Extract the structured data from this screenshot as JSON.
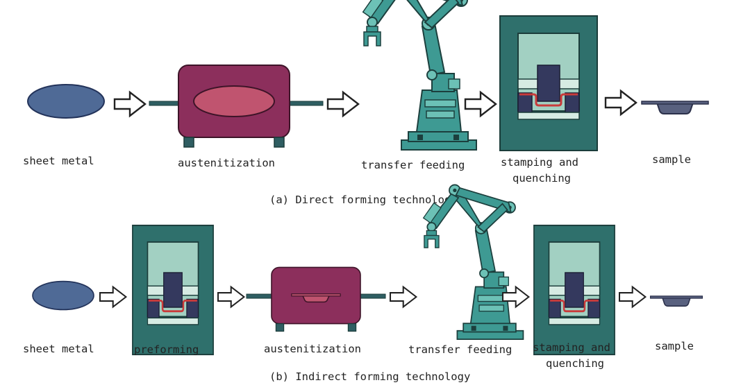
{
  "colors": {
    "sheet_fill": "#4f6a96",
    "sheet_stroke": "#23335a",
    "furnace_body": "#8c2f5c",
    "furnace_stroke": "#3d1428",
    "furnace_window": "#c0546f",
    "furnace_base": "#2f5e62",
    "press_frame": "#2f706c",
    "press_stroke": "#1b3c3a",
    "press_window": "#a2d0c2",
    "punch": "#34395e",
    "part_red": "#c93b3b",
    "robot_body": "#3e9a93",
    "robot_stroke": "#1c3f3d",
    "arrow_stroke": "#222222"
  },
  "diagram_a": {
    "caption": "(a) Direct forming technology",
    "labels": {
      "sheet_metal": "sheet metal",
      "austenitization": "austenitization",
      "transfer_feeding": "transfer feeding",
      "stamping_line1": "stamping and",
      "stamping_line2": "quenching",
      "sample": "sample"
    }
  },
  "diagram_b": {
    "caption": "(b) Indirect forming technology",
    "labels": {
      "sheet_metal": "sheet metal",
      "preforming": "preforming",
      "austenitization": "austenitization",
      "transfer_feeding": "transfer feeding",
      "stamping_line1": "stamping and",
      "stamping_line2": "quenching",
      "sample": "sample"
    }
  }
}
